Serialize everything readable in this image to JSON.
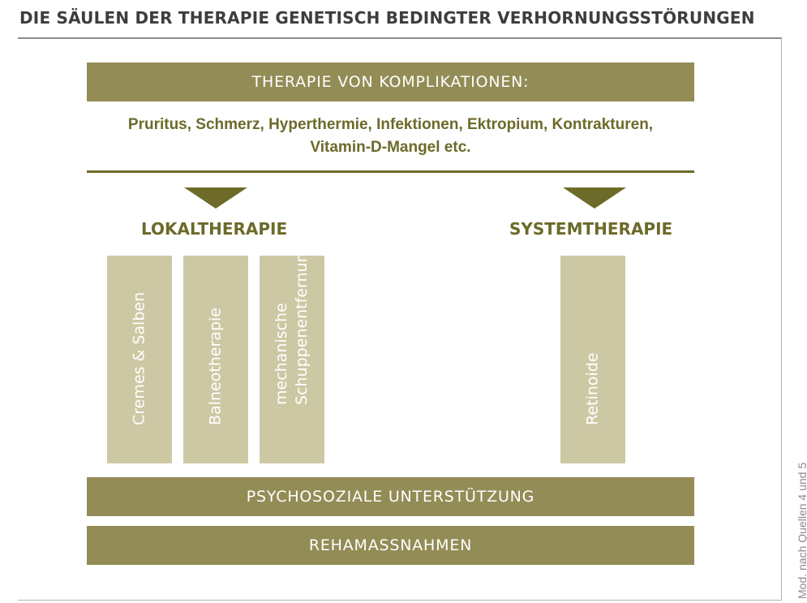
{
  "title": "DIE SÄULEN DER THERAPIE GENETISCH BEDINGTER VERHORNUNGSSTÖRUNGEN",
  "complications": {
    "heading": "THERAPIE VON KOMPLIKATIONEN:",
    "line1": "Pruritus, Schmerz, Hyperthermie, Infektionen, Ektropium, Kontrakturen,",
    "line2": "Vitamin-D-Mangel etc."
  },
  "branches": {
    "local": {
      "label": "LOKALTHERAPIE",
      "pillars": [
        {
          "lines": [
            "Cremes & Salben"
          ]
        },
        {
          "lines": [
            "Balneotherapie"
          ]
        },
        {
          "lines": [
            "mechanische",
            "Schuppenentfernung"
          ]
        }
      ]
    },
    "systemic": {
      "label": "SYSTEMTHERAPIE",
      "pillars": [
        {
          "lines": [
            "Retinoide"
          ]
        }
      ]
    }
  },
  "foundation": {
    "psychosocial": "PSYCHOSOZIALE UNTERSTÜTZUNG",
    "rehab": "REHAMASSNAHMEN"
  },
  "source_note": "Mod. nach Quellen 4 und 5",
  "colors": {
    "band": "#948c56",
    "pillar": "#cdc8a4",
    "accent_text": "#6c6a2a",
    "arrow": "#6e6b2a"
  }
}
